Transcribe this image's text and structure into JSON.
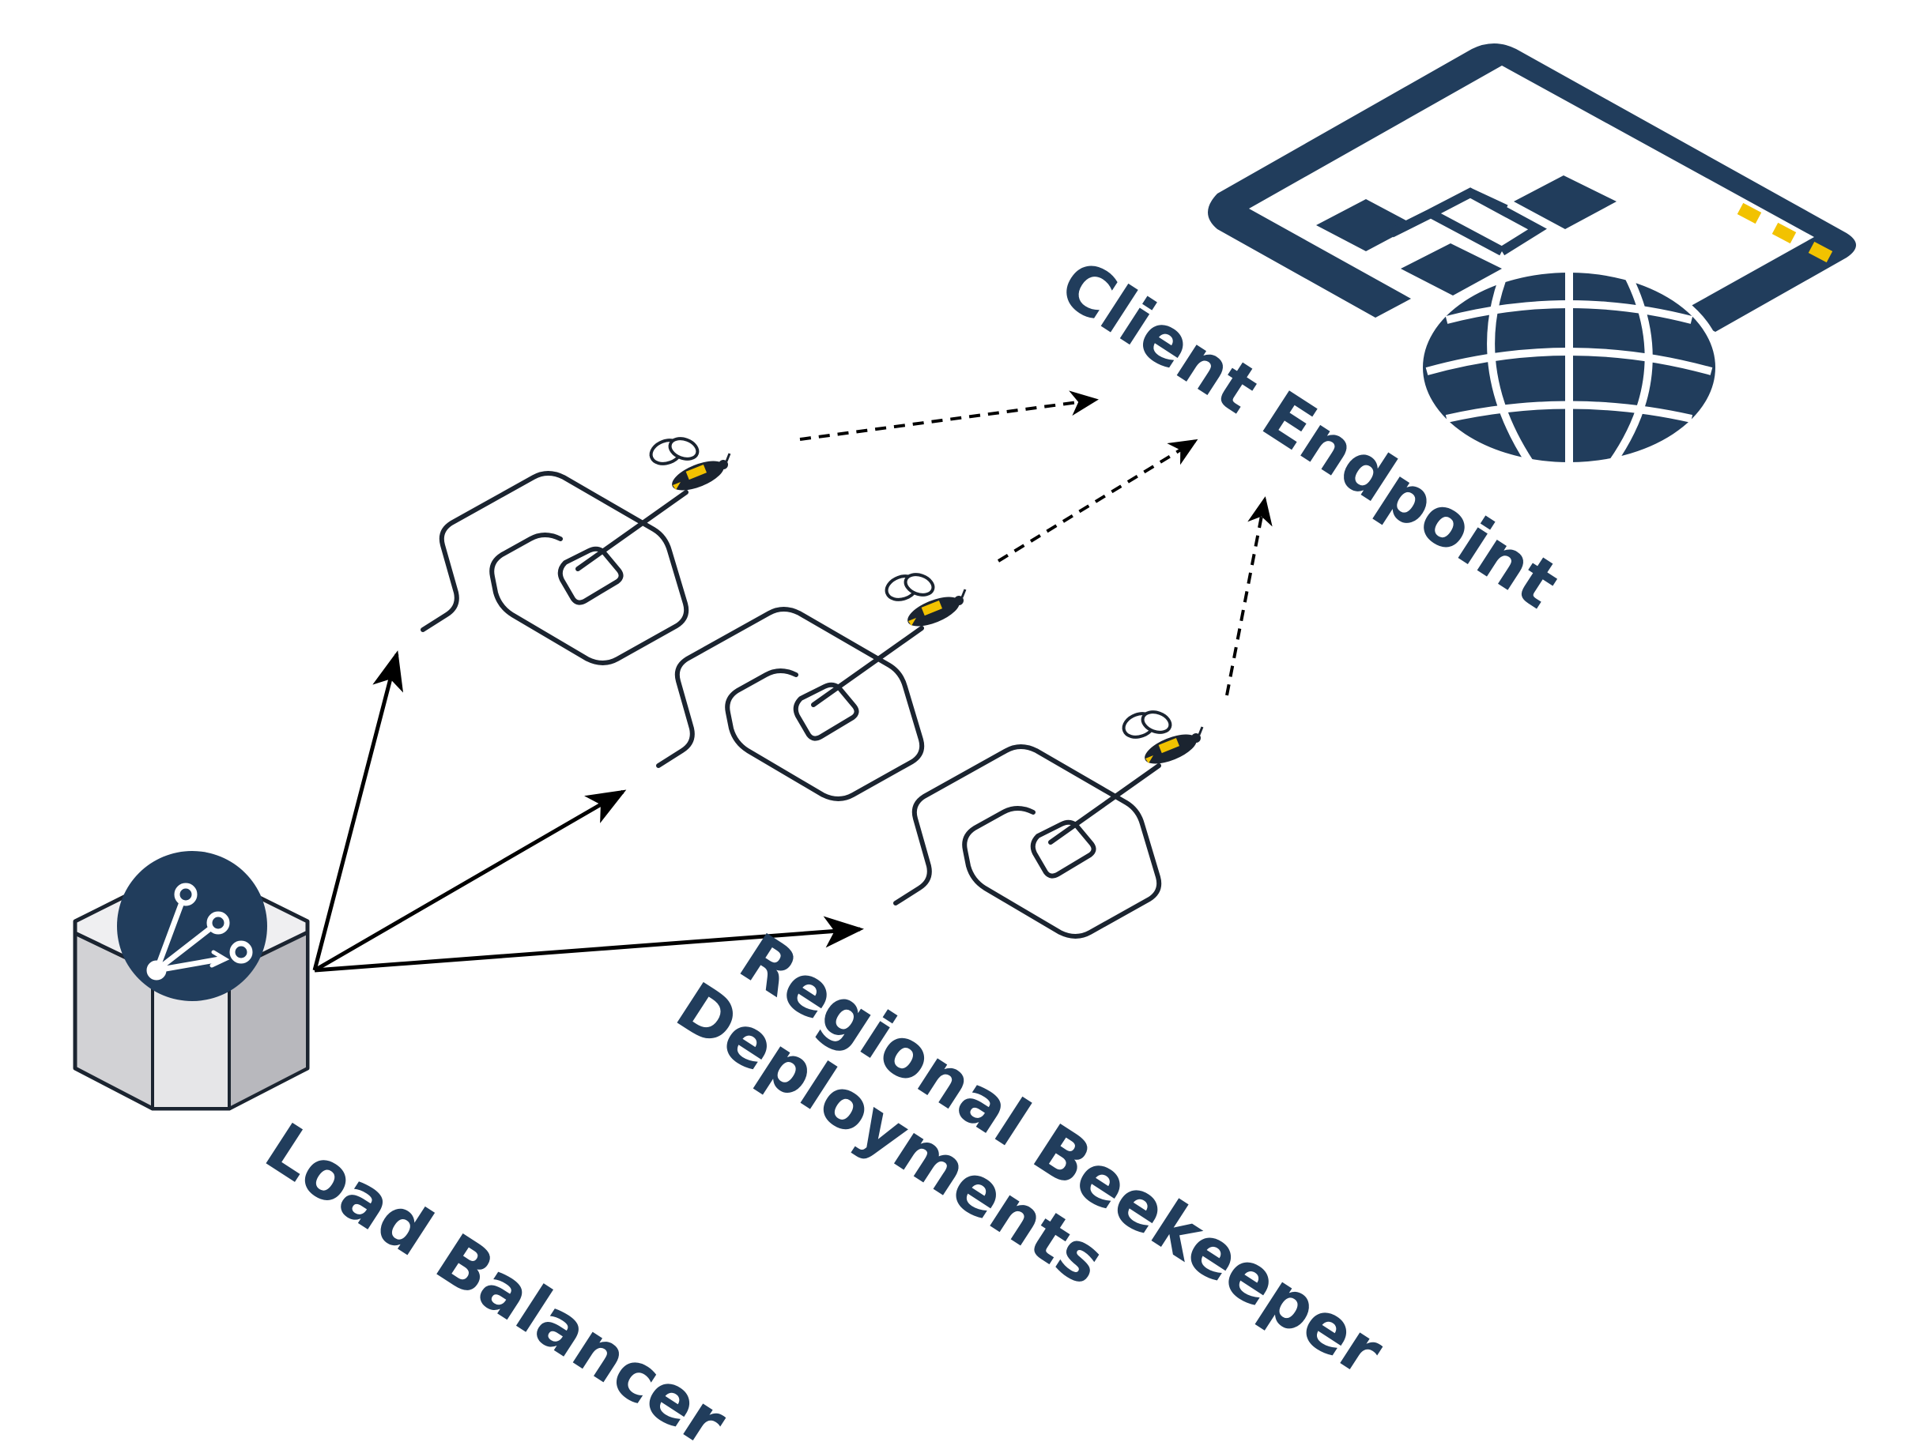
{
  "labels": {
    "load_balancer": "Load Balancer",
    "regional_line1": "Regional Beekeeper",
    "regional_line2": "Deployments",
    "client_endpoint": "Client Endpoint"
  },
  "colors": {
    "navy": "#213d5c",
    "gold": "#f2c200",
    "gray_light": "#e8e8ea",
    "gray_side": "#d2d2d5",
    "gray_dark": "#b4b4b9",
    "stroke": "#1b2430",
    "arrow": "#000000"
  },
  "icons": {
    "load_balancer": "load-balancer-octagon-icon",
    "deployment": "beekeeper-deployment-icon",
    "client_endpoint": "web-endpoint-globe-icon"
  }
}
